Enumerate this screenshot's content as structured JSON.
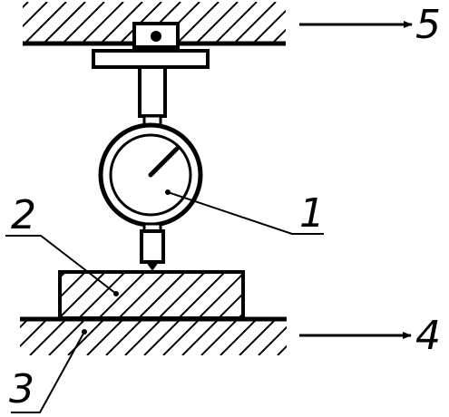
{
  "labels": {
    "indicator": "1",
    "specimen": "2",
    "lower_plate": "3",
    "lower_motion": "4",
    "upper_motion": "5"
  },
  "colors": {
    "ink": "#000000",
    "paper": "#ffffff"
  }
}
